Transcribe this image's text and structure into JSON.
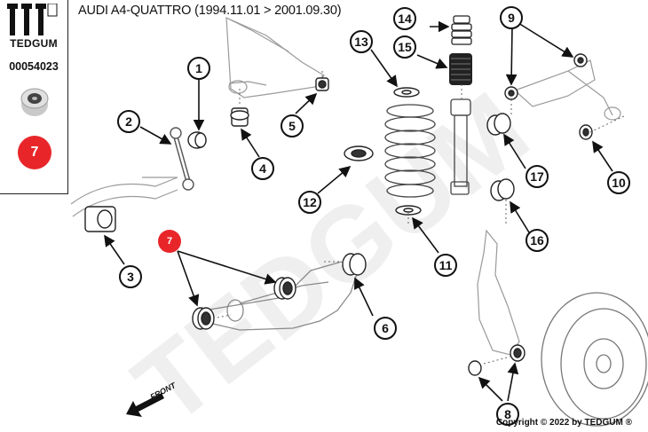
{
  "header": {
    "title": "AUDI A4-QUATTRO (1994.11.01 > 2001.09.30)"
  },
  "sidebar": {
    "brand": "TEDGUM",
    "registered_mark": "®",
    "part_number": "00054023",
    "highlight_badge": "7",
    "thumbnail_icon": "bushing-icon"
  },
  "callouts": {
    "c1": "1",
    "c2": "2",
    "c3": "3",
    "c4": "4",
    "c5": "5",
    "c6": "6",
    "c7": "7",
    "c8": "8",
    "c9": "9",
    "c10": "10",
    "c11": "11",
    "c12": "12",
    "c13": "13",
    "c14": "14",
    "c15": "15",
    "c16": "16",
    "c17": "17"
  },
  "front_label": "FRONT",
  "watermark": "TEDGUM",
  "copyright": "Copyright © 2022 by TEDGUM ®",
  "colors": {
    "accent_red": "#e8262a",
    "line": "#111111",
    "sketch": "#8a8a8a"
  }
}
